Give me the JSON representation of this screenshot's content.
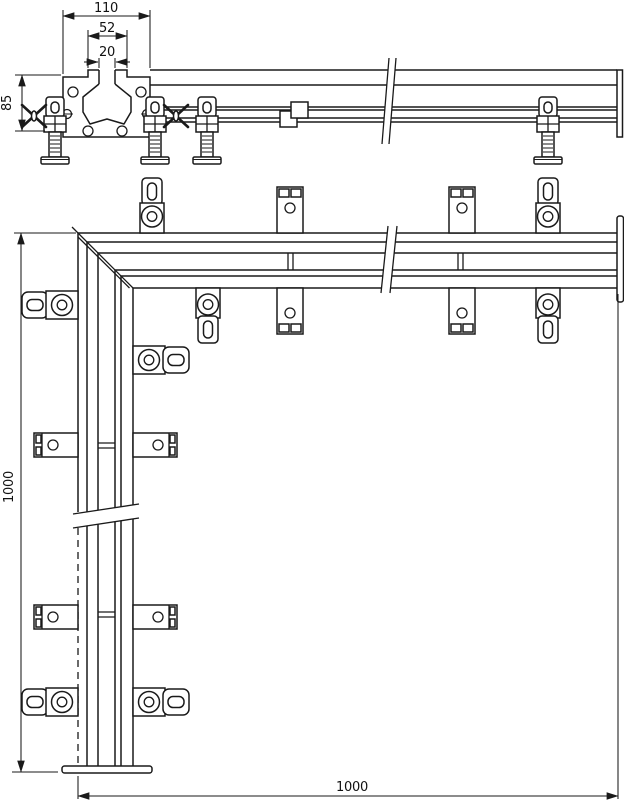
{
  "drawing": {
    "kind": "rail-corner-technical-drawing",
    "background_color": "#ffffff",
    "line_color": "#1a1a1a",
    "section_view": {
      "description": "rail cross-section with side elevation",
      "dim_outer_width": "110",
      "dim_mid_width": "52",
      "dim_slot_width": "20",
      "dim_section_height": "85"
    },
    "plan_view": {
      "description": "corner assembly plan view",
      "dim_left_leg": "1000",
      "dim_bottom_leg": "1000"
    }
  }
}
